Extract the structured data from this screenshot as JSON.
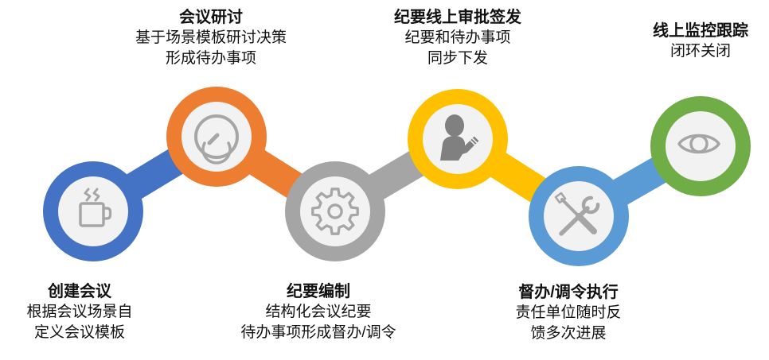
{
  "figure": {
    "name": "meeting-management-process-flow",
    "background_color": "#ffffff",
    "inner_circle_color": "#f2f2f2",
    "icon_color": "#a6a6a6",
    "person_icon_color": "#808080",
    "text_color": "#111111"
  },
  "steps": [
    {
      "title": "创建会议",
      "lines": [
        "根据会议场景自",
        "定义会议模板"
      ],
      "color": "#4472C4",
      "icon": "coffee-mug-icon",
      "label_position": "bottom"
    },
    {
      "title": "会议研讨",
      "lines": [
        "基于场景模板研讨决策",
        "形成待办事项"
      ],
      "color": "#ED7D31",
      "icon": "gauge-icon",
      "label_position": "top"
    },
    {
      "title": "纪要编制",
      "lines": [
        "结构化会议纪要",
        "待办事项形成督办/调令"
      ],
      "color": "#A5A5A5",
      "icon": "gear-icon",
      "label_position": "bottom"
    },
    {
      "title": "纪要线上审批签发",
      "lines": [
        "纪要和待办事项",
        "同步下发"
      ],
      "color": "#FFC000",
      "icon": "person-edit-icon",
      "label_position": "top"
    },
    {
      "title": "督办/调令执行",
      "lines": [
        "责任单位随时反",
        "馈多次进展"
      ],
      "color": "#5B9BD5",
      "icon": "tools-icon",
      "label_position": "bottom"
    },
    {
      "title": "线上监控跟踪",
      "lines": [
        "闭环关闭"
      ],
      "color": "#70AD47",
      "icon": "eye-icon",
      "label_position": "top"
    }
  ]
}
